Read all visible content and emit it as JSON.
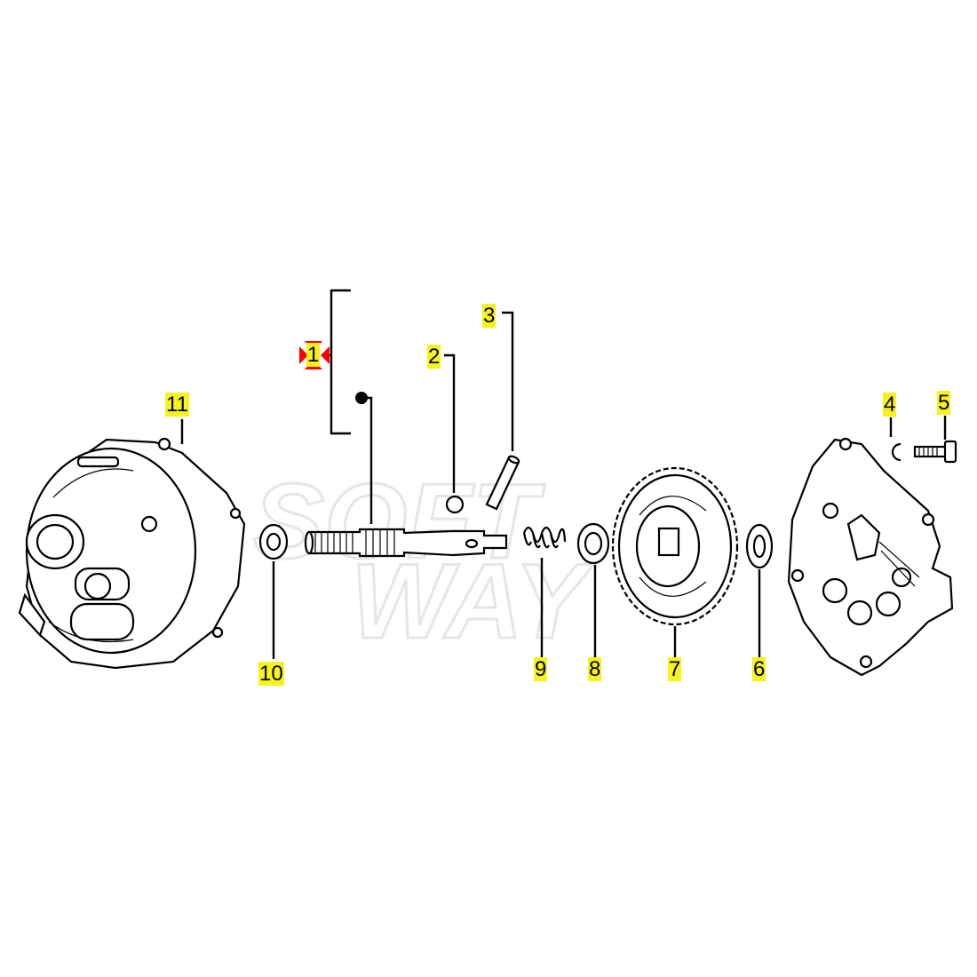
{
  "diagram": {
    "watermark": [
      "SOFT",
      "WAY"
    ],
    "callouts": [
      {
        "id": "1",
        "label": "1",
        "selected": true
      },
      {
        "id": "2",
        "label": "2"
      },
      {
        "id": "3",
        "label": "3"
      },
      {
        "id": "4",
        "label": "4"
      },
      {
        "id": "5",
        "label": "5"
      },
      {
        "id": "6",
        "label": "6"
      },
      {
        "id": "7",
        "label": "7"
      },
      {
        "id": "8",
        "label": "8"
      },
      {
        "id": "9",
        "label": "9"
      },
      {
        "id": "10",
        "label": "10"
      },
      {
        "id": "11",
        "label": "11"
      }
    ],
    "colors": {
      "highlight": "#f7f21a",
      "marker": "#ff0000",
      "line": "#000000"
    }
  }
}
